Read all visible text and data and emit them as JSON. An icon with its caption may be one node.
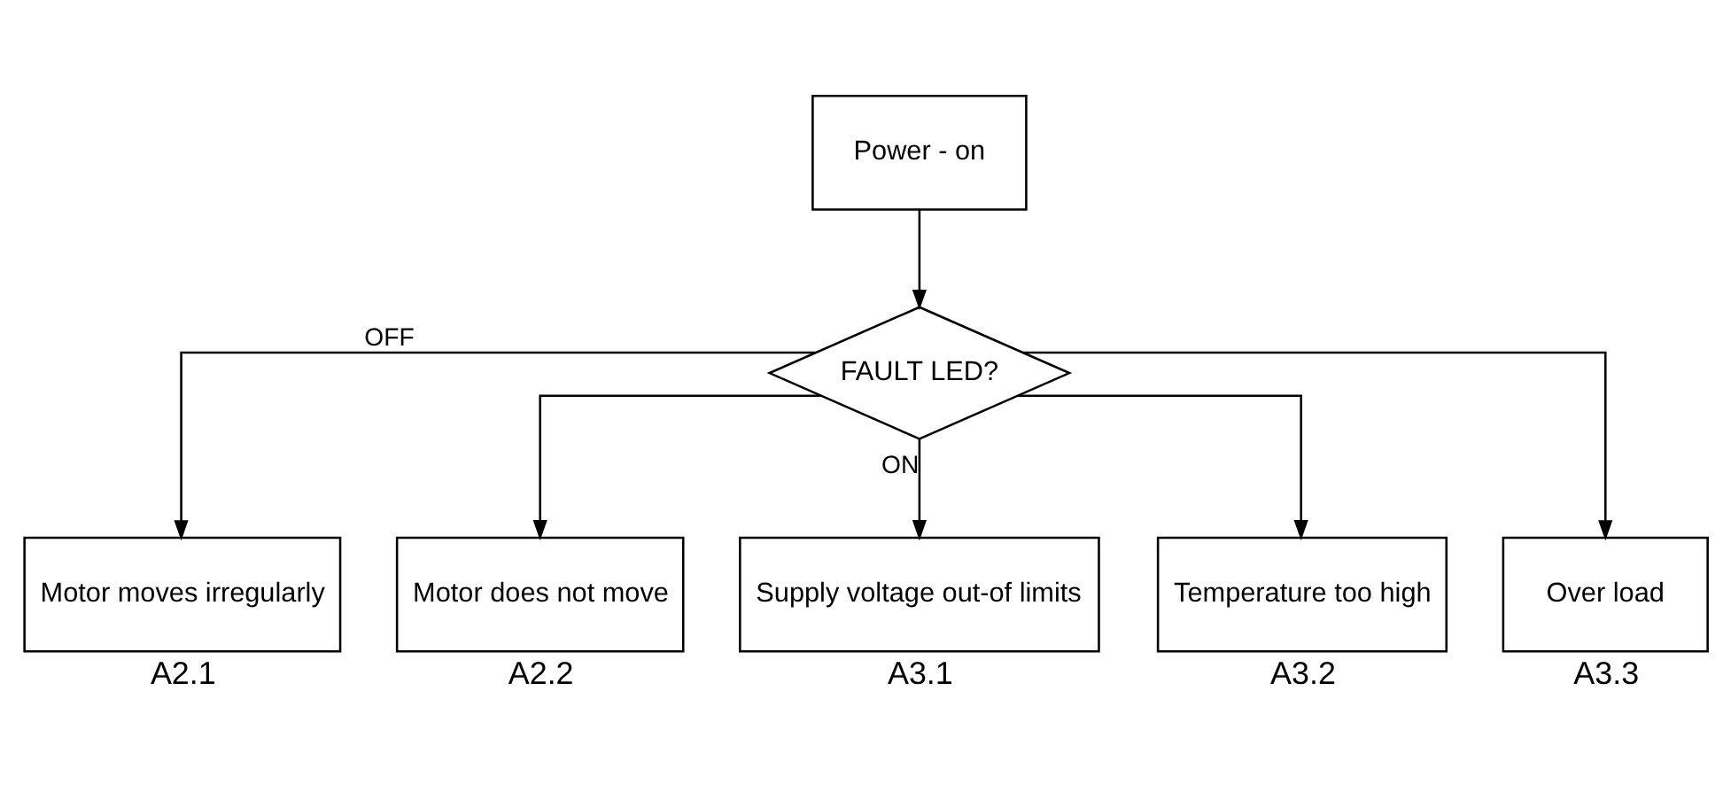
{
  "diagram": {
    "nodes": [
      {
        "text": [
          "Power - on"
        ]
      },
      {
        "text": [
          "FAULT LED?"
        ]
      },
      {
        "text": [
          "Motor moves irregularly"
        ],
        "beside": [
          "A2.1"
        ]
      },
      {
        "text": [
          "Motor does not move"
        ],
        "beside": [
          "A2.2"
        ]
      },
      {
        "text": [
          "Supply voltage out-of limits"
        ],
        "beside": [
          "A3.1"
        ]
      },
      {
        "text": [
          "Temperature too high"
        ],
        "beside": [
          "A3.2"
        ]
      },
      {
        "text": [
          "Over load"
        ],
        "beside": [
          "A3.3"
        ]
      }
    ],
    "edges": [
      {
        "from": 0,
        "to": 1,
        "arrow": "to"
      },
      {
        "from": 1,
        "to": 2,
        "arrow": "to",
        "label": "OFF"
      },
      {
        "from": 1,
        "to": 3,
        "arrow": "to"
      },
      {
        "from": 1,
        "to": 4,
        "arrow": "to",
        "label": "ON"
      },
      {
        "from": 1,
        "to": 5,
        "arrow": "to"
      },
      {
        "from": 1,
        "to": 6,
        "arrow": "to"
      }
    ]
  }
}
